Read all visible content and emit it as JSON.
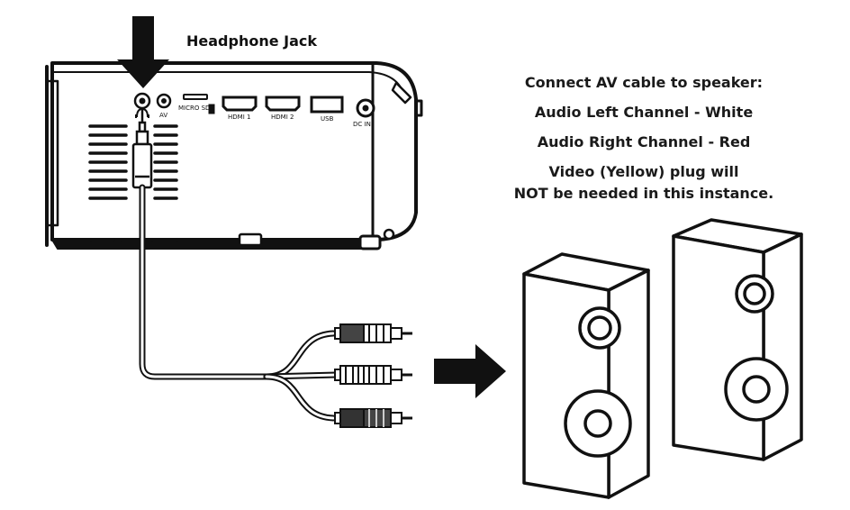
{
  "headphone_label": "Headphone Jack",
  "ports": {
    "av": "AV",
    "micro_sd": "MICRO SD",
    "hdmi1": "HDMI 1",
    "hdmi2": "HDMI 2",
    "usb": "USB",
    "dc_in": "DC IN"
  },
  "instructions": {
    "line1": "Connect AV cable to speaker:",
    "line2": "Audio Left Channel - White",
    "line3": "Audio Right Channel - Red",
    "line4": "Video (Yellow) plug will",
    "line5": "NOT be needed in this instance."
  },
  "colors": {
    "ink": "#111111",
    "background": "#ffffff"
  }
}
